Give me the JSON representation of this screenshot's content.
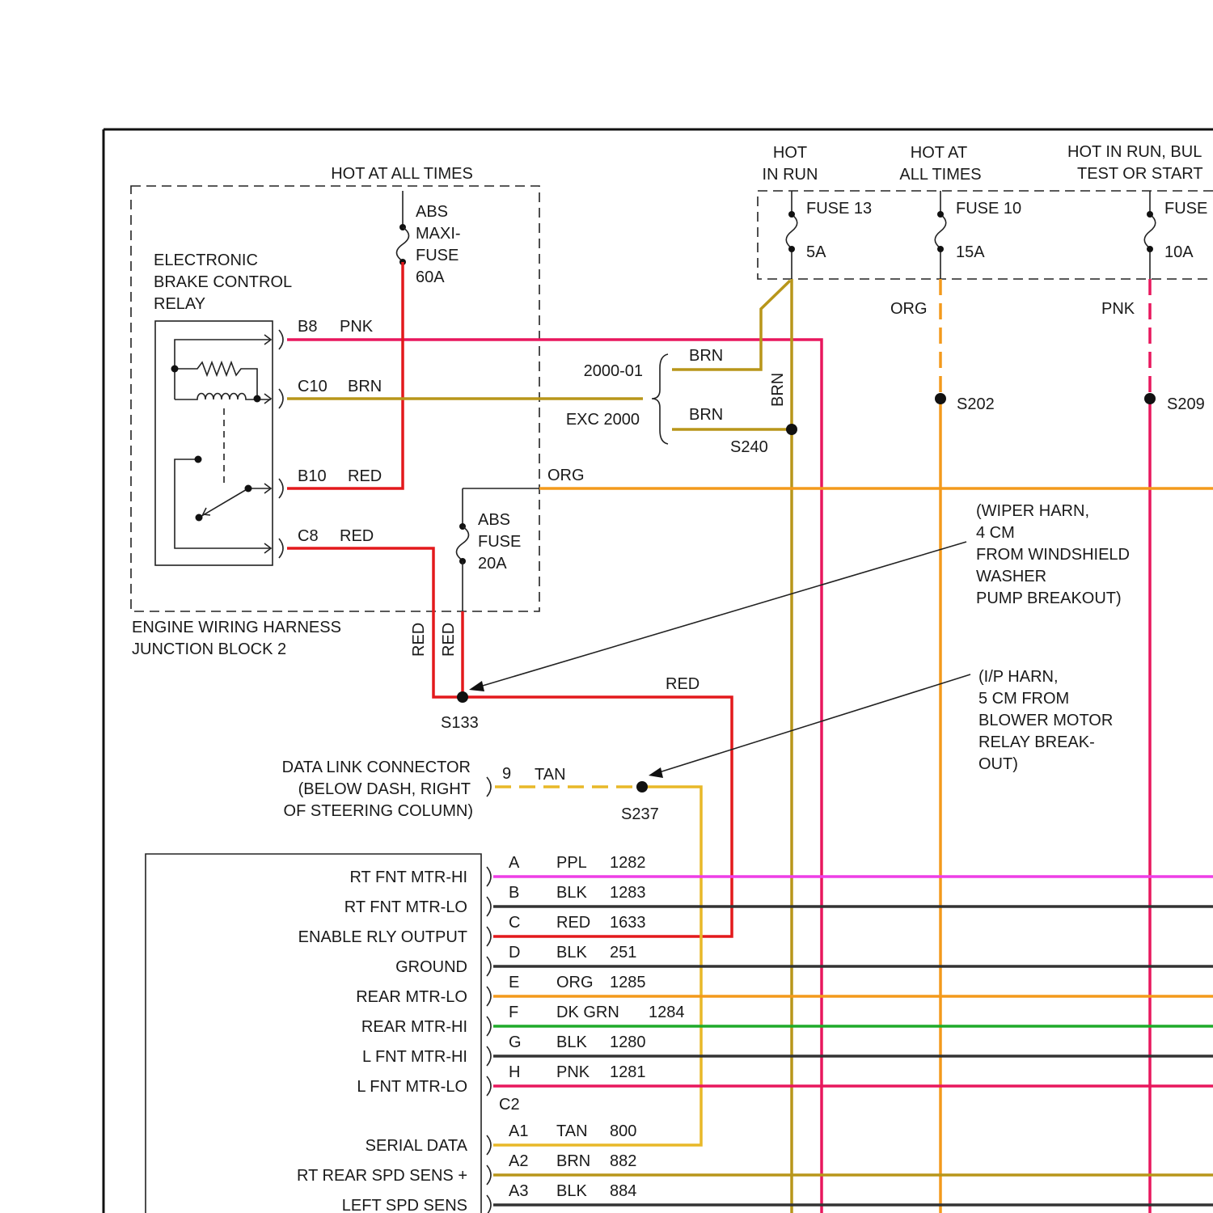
{
  "colors": {
    "pnk": "#e8175d",
    "red": "#e3191c",
    "brn": "#b8961a",
    "org": "#f39a1c",
    "tan": "#e8b828",
    "ppl": "#ee3ee6",
    "blk": "#333333",
    "dkgrn": "#1faa2a",
    "frame": "#111111"
  },
  "junction_block": {
    "header": "HOT AT ALL TIMES",
    "name_line1": "ENGINE WIRING HARNESS",
    "name_line2": "JUNCTION BLOCK 2",
    "maxi_fuse": [
      "ABS",
      "MAXI-",
      "FUSE",
      "60A"
    ],
    "abs_fuse": [
      "ABS",
      "FUSE",
      "20A"
    ]
  },
  "relay": {
    "label": [
      "ELECTRONIC",
      "BRAKE CONTROL",
      "RELAY"
    ],
    "pins": [
      {
        "pin": "B8",
        "color": "PNK"
      },
      {
        "pin": "C10",
        "color": "BRN"
      },
      {
        "pin": "B10",
        "color": "RED"
      },
      {
        "pin": "C8",
        "color": "RED"
      }
    ]
  },
  "fuse_block": {
    "header_run": [
      "HOT",
      "IN RUN"
    ],
    "header_all": [
      "HOT AT",
      "ALL TIMES"
    ],
    "header_start": [
      "HOT IN RUN, BUL",
      "TEST OR START"
    ],
    "fuses": [
      {
        "name": "FUSE 13",
        "rating": "5A"
      },
      {
        "name": "FUSE 10",
        "rating": "15A"
      },
      {
        "name": "FUSE",
        "rating": "10A"
      }
    ]
  },
  "wires": {
    "brn": "BRN",
    "org": "ORG",
    "pnk": "PNK",
    "red": "RED",
    "tan": "TAN",
    "year_2000_01": "2000-01",
    "exc_2000": "EXC 2000",
    "dlc_pin": "9"
  },
  "splices": {
    "s240": "S240",
    "s202": "S202",
    "s209": "S209",
    "s133": "S133",
    "s237": "S237"
  },
  "notes": {
    "wiper": [
      "(WIPER HARN,",
      "4 CM",
      "FROM WINDSHIELD",
      "WASHER",
      "PUMP BREAKOUT)"
    ],
    "ip": [
      "(I/P HARN,",
      "5 CM FROM",
      "BLOWER MOTOR",
      "RELAY BREAK-",
      "OUT)"
    ]
  },
  "dlc": [
    "DATA LINK CONNECTOR",
    "(BELOW DASH, RIGHT",
    "OF STEERING COLUMN)"
  ],
  "module": {
    "c2_label": "C2",
    "pins": [
      {
        "label": "RT FNT MTR-HI",
        "pin": "A",
        "color": "PPL",
        "circuit": "1282",
        "wire": "ppl"
      },
      {
        "label": "RT FNT MTR-LO",
        "pin": "B",
        "color": "BLK",
        "circuit": "1283",
        "wire": "blk"
      },
      {
        "label": "ENABLE RLY OUTPUT",
        "pin": "C",
        "color": "RED",
        "circuit": "1633",
        "wire": "red"
      },
      {
        "label": "GROUND",
        "pin": "D",
        "color": "BLK",
        "circuit": "251",
        "wire": "blk"
      },
      {
        "label": "REAR MTR-LO",
        "pin": "E",
        "color": "ORG",
        "circuit": "1285",
        "wire": "org"
      },
      {
        "label": "REAR MTR-HI",
        "pin": "F",
        "color": "DK GRN",
        "circuit": "1284",
        "wire": "dkgrn"
      },
      {
        "label": "L FNT MTR-HI",
        "pin": "G",
        "color": "BLK",
        "circuit": "1280",
        "wire": "blk"
      },
      {
        "label": "L FNT MTR-LO",
        "pin": "H",
        "color": "PNK",
        "circuit": "1281",
        "wire": "pnk"
      }
    ],
    "c2_pins": [
      {
        "label": "SERIAL DATA",
        "pin": "A1",
        "color": "TAN",
        "circuit": "800",
        "wire": "tan"
      },
      {
        "label": "RT REAR SPD SENS +",
        "pin": "A2",
        "color": "BRN",
        "circuit": "882",
        "wire": "brn"
      },
      {
        "label": "LEFT SPD SENS",
        "pin": "A3",
        "color": "BLK",
        "circuit": "884",
        "wire": "blk"
      }
    ]
  }
}
